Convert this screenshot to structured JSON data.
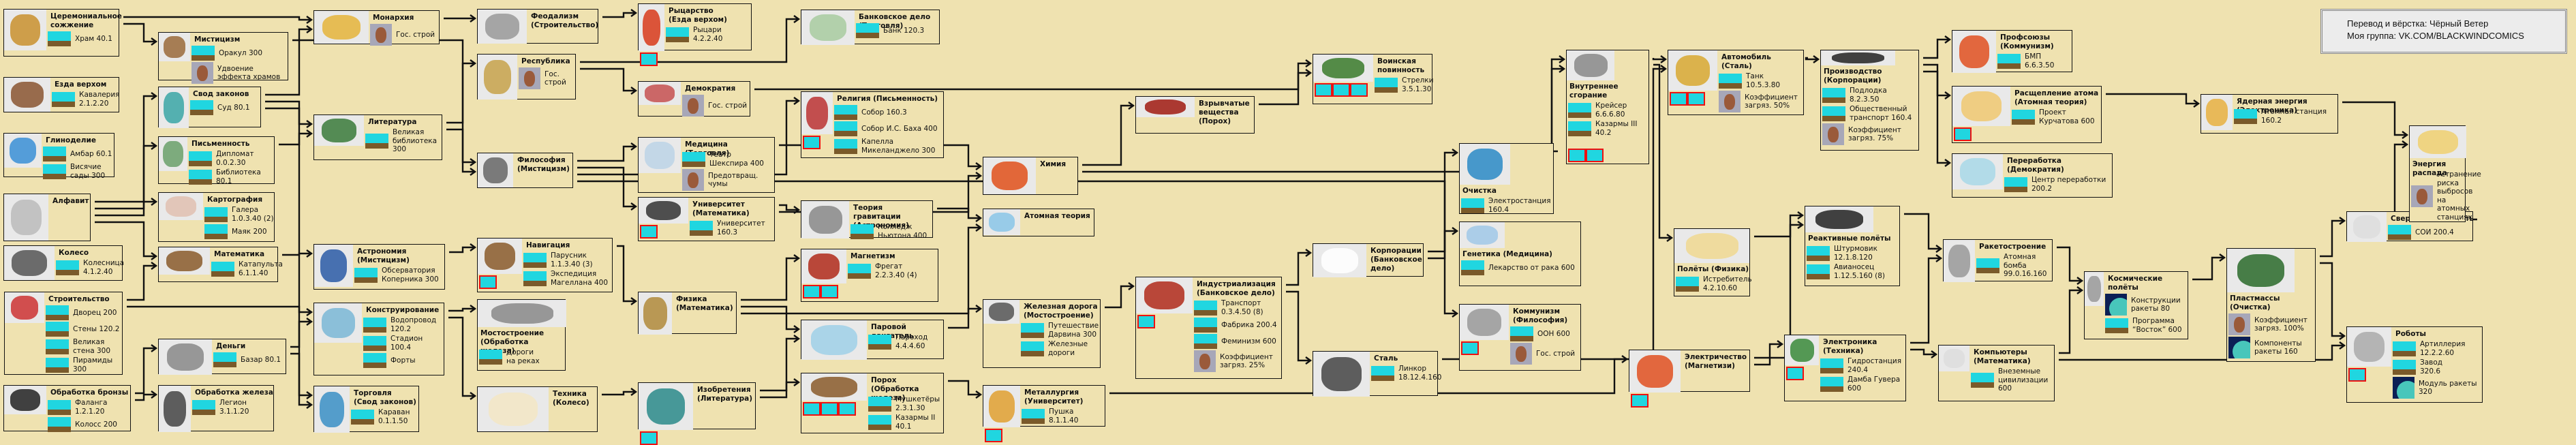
{
  "credit": {
    "line1": "Перевод и вёрстка: Чёрный Ветер",
    "line2": "Моя группа: VK.COM/BLACKWINDCOMICS"
  },
  "colors": {
    "background": "#efe2b0",
    "border": "#111111",
    "obsolete_outline": "#e11111",
    "thumb_sky": "#20d6e0"
  },
  "nodes": [
    {
      "id": "ceremonial",
      "title": "Церемониальное\nсожжение",
      "icon": "sarcophagus-icon",
      "items": [
        {
          "icon": "temple-icon",
          "text": "Храм 40.1"
        }
      ]
    },
    {
      "id": "horseback",
      "title": "Езда верхом",
      "icon": "horse-icon",
      "items": [
        {
          "icon": "cavalry-icon",
          "text": "Кавалерия\n2.1.2.20"
        }
      ]
    },
    {
      "id": "pottery",
      "title": "Глиноделие",
      "icon": "pottery-icon",
      "items": [
        {
          "icon": "granary-icon",
          "text": "Амбар 60.1"
        },
        {
          "icon": "hanging-gardens-icon",
          "text": "Висячие\nсады 300"
        }
      ]
    },
    {
      "id": "alphabet",
      "title": "Алфавит",
      "icon": "alphabet-icon",
      "items": []
    },
    {
      "id": "wheel",
      "title": "Колесо",
      "icon": "wheel-icon",
      "items": [
        {
          "icon": "chariot-icon",
          "text": "Колесница\n4.1.2.40"
        }
      ]
    },
    {
      "id": "masonry",
      "title": "Строительство",
      "icon": "brick-wall-icon",
      "items": [
        {
          "icon": "palace-icon",
          "text": "Дворец 200"
        },
        {
          "icon": "walls-icon",
          "text": "Стены 120.2"
        },
        {
          "icon": "great-wall-icon",
          "text": "Великая\nстена 300"
        },
        {
          "icon": "pyramids-icon",
          "text": "Пирамиды\n300"
        }
      ]
    },
    {
      "id": "bronze",
      "title": "Обработка бронзы",
      "icon": "cauldron-icon",
      "items": [
        {
          "icon": "phalanx-icon",
          "text": "Фаланга\n1.2.1.20"
        },
        {
          "icon": "colossus-icon",
          "text": "Колосс 200"
        }
      ]
    },
    {
      "id": "mysticism",
      "title": "Мистицизм",
      "icon": "meditation-icon",
      "items": [
        {
          "icon": "oracle-icon",
          "text": "Оракул 300"
        },
        {
          "icon": "advisor-portrait",
          "text": "Удвоение\nэффекта храмов"
        }
      ]
    },
    {
      "id": "codeoflaws",
      "title": "Свод законов",
      "icon": "justice-statue-icon",
      "items": [
        {
          "icon": "courthouse-icon",
          "text": "Суд 80.1"
        }
      ]
    },
    {
      "id": "writing",
      "title": "Письменность",
      "icon": "quill-icon",
      "items": [
        {
          "icon": "diplomat-icon",
          "text": "Дипломат\n0.0.2.30"
        },
        {
          "icon": "library-icon",
          "text": "Библиотека 80.1"
        }
      ]
    },
    {
      "id": "mapmaking",
      "title": "Картография",
      "icon": "map-icon",
      "items": [
        {
          "icon": "trireme-icon",
          "text": "Галера\n1.0.3.40 (2)"
        },
        {
          "icon": "lighthouse-icon",
          "text": "Маяк 200"
        }
      ]
    },
    {
      "id": "mathematics",
      "title": "Математика",
      "icon": "abacus-icon",
      "items": [
        {
          "icon": "catapult-icon",
          "text": "Катапульта\n6.1.1.40"
        }
      ]
    },
    {
      "id": "currency",
      "title": "Деньги",
      "icon": "coins-icon",
      "items": [
        {
          "icon": "marketplace-icon",
          "text": "Базар 80.1"
        }
      ]
    },
    {
      "id": "ironworking",
      "title": "Обработка железа",
      "icon": "shield-spears-icon",
      "items": [
        {
          "icon": "legion-icon",
          "text": "Легион\n3.1.1.20"
        }
      ]
    },
    {
      "id": "monarchy",
      "title": "Монархия",
      "icon": "crown-icon",
      "items": [
        {
          "icon": "advisor-portrait",
          "text": "Гос. строй"
        }
      ]
    },
    {
      "id": "literacy",
      "title": "Литература",
      "icon": "books-icon",
      "items": [
        {
          "icon": "great-library-icon",
          "text": "Великая\nбиблиотека\n300"
        }
      ]
    },
    {
      "id": "astronomy",
      "title": "Астрономия\n(Мистицизм)",
      "icon": "telescope-icon",
      "items": [
        {
          "icon": "observatory-icon",
          "text": "Обсерватория\nКоперника 300"
        }
      ]
    },
    {
      "id": "bridgebuilding",
      "title": "Конструирование",
      "icon": "hammer-frame-icon",
      "items": [
        {
          "icon": "aqueduct-icon",
          "text": "Водопровод\n120.2"
        },
        {
          "icon": "colosseum-icon",
          "text": "Стадион\n100.4"
        },
        {
          "icon": "fortress-icon",
          "text": "Форты"
        }
      ]
    },
    {
      "id": "trade",
      "title": "Торговля\n(Свод законов)",
      "icon": "trade-hands-icon",
      "items": [
        {
          "icon": "caravan-icon",
          "text": "Караван\n0.1.1.50"
        }
      ]
    },
    {
      "id": "feudalism",
      "title": "Феодализм\n(Строительство)",
      "icon": "castle-icon",
      "items": []
    },
    {
      "id": "republic",
      "title": "Республика",
      "icon": "eagle-icon",
      "items": [
        {
          "icon": "advisor-portrait",
          "text": "Гос.\nстрой"
        }
      ]
    },
    {
      "id": "philosophy",
      "title": "Философия\n(Мистицизм)",
      "icon": "thinker-icon",
      "items": []
    },
    {
      "id": "navigation",
      "title": "Навигация",
      "icon": "ship-wheel-icon",
      "obsoletes": [
        "trireme-icon"
      ],
      "items": [
        {
          "icon": "sail-icon",
          "text": "Парусник\n1.1.3.40 (3)"
        },
        {
          "icon": "magellan-icon",
          "text": "Экспедиция\nМагеллана 400"
        }
      ]
    },
    {
      "id": "construction",
      "title": "Мостостроение\n(Обработка железа)",
      "icon": "bridge-icon",
      "items": [
        {
          "icon": "river-roads-icon",
          "text": "Дороги\nна реках"
        }
      ]
    },
    {
      "id": "engineering",
      "title": "Техника\n(Колесо)",
      "icon": "blueprint-icon",
      "items": []
    },
    {
      "id": "chivalry",
      "title": "Рыцарство\n(Езда верхом)",
      "icon": "banner-sword-icon",
      "obsoletes": [
        "chariot-icon"
      ],
      "items": [
        {
          "icon": "knights-icon",
          "text": "Рыцари\n4.2.2.40"
        }
      ]
    },
    {
      "id": "democracy",
      "title": "Демократия",
      "icon": "raised-hands-icon",
      "items": [
        {
          "icon": "advisor-portrait",
          "text": "Гос. строй"
        }
      ]
    },
    {
      "id": "medicine",
      "title": "Медицина (Торговля)",
      "icon": "caduceus-icon",
      "items": [
        {
          "icon": "shakespeare-icon",
          "text": "Театр\nШекспира 400"
        },
        {
          "icon": "advisor-portrait",
          "text": "Предотвращ.\nчумы"
        }
      ]
    },
    {
      "id": "university",
      "title": "Университет\n(Математика)",
      "icon": "graduation-cap-icon",
      "obsoletes": [
        "great-library-icon"
      ],
      "items": [
        {
          "icon": "university-building-icon",
          "text": "Университет\n160.3"
        }
      ]
    },
    {
      "id": "physics",
      "title": "Физика\n(Математика)",
      "icon": "pulley-icon",
      "items": []
    },
    {
      "id": "invention",
      "title": "Изобретения\n(Литература)",
      "icon": "gramophone-icon",
      "obsoletes": [
        "hanging-gardens-icon"
      ],
      "items": []
    },
    {
      "id": "banking",
      "title": "Банковское дело (Торговля)",
      "icon": "piggy-bank-icon",
      "items": [
        {
          "icon": "bank-icon",
          "text": "Банк 120.3"
        }
      ]
    },
    {
      "id": "religion",
      "title": "Религия (Письменность)",
      "icon": "cathedral-window-icon",
      "obsoletes": [
        "oracle-icon"
      ],
      "items": [
        {
          "icon": "cathedral-icon",
          "text": "Собор 160.3"
        },
        {
          "icon": "bach-icon",
          "text": "Собор И.С. Баха 400"
        },
        {
          "icon": "sistine-icon",
          "text": "Капелла\nМикеланджело 300"
        }
      ]
    },
    {
      "id": "gravity",
      "title": "Теория гравитации\n(Астрономия)",
      "icon": "pendulum-icon",
      "items": [
        {
          "icon": "newton-icon",
          "text": "Колледж\nНьютона 400"
        }
      ]
    },
    {
      "id": "magnetism",
      "title": "Магнетизм",
      "icon": "magnet-icon",
      "obsoletes": [
        "sail-icon",
        "lighthouse-icon"
      ],
      "items": [
        {
          "icon": "frigate-icon",
          "text": "Фрегат\n2.2.3.40 (4)"
        }
      ]
    },
    {
      "id": "steam",
      "title": "Паровой двигатель",
      "icon": "steam-boiler-icon",
      "items": [
        {
          "icon": "ironclad-icon",
          "text": "Пароход\n4.4.4.60"
        }
      ]
    },
    {
      "id": "gunpowder",
      "title": "Порох\n(Обработка железа)",
      "icon": "flintlock-icon",
      "obsoletes": [
        "legion-icon",
        "phalanx-icon",
        "great-wall-icon"
      ],
      "items": [
        {
          "icon": "musketeers-icon",
          "text": "Мушкетёры\n2.3.1.30"
        },
        {
          "icon": "barracks-icon",
          "text": "Казармы II\n40.1"
        }
      ]
    },
    {
      "id": "chemistry",
      "title": "Химия",
      "icon": "flask-icon",
      "items": []
    },
    {
      "id": "atomictheory",
      "title": "Атомная теория",
      "icon": "atom-icon",
      "items": []
    },
    {
      "id": "railroad",
      "title": "Железная дорога\n(Мостостроение)",
      "icon": "locomotive-icon",
      "items": [
        {
          "icon": "darwin-icon",
          "text": "Путешествие\nДарвина 300"
        },
        {
          "icon": "railroad-icon",
          "text": "Железные\nдороги"
        }
      ]
    },
    {
      "id": "metallurgy",
      "title": "Металлургия\n(Университет)",
      "icon": "crucible-icon",
      "obsoletes": [
        "catapult-icon"
      ],
      "items": [
        {
          "icon": "cannon-icon",
          "text": "Пушка\n8.1.1.40"
        }
      ]
    },
    {
      "id": "explosives",
      "title": "Взрывчатые\nвещества\n(Порох)",
      "icon": "dynamite-icon",
      "items": []
    },
    {
      "id": "industrialization",
      "title": "Индустриализация\n(Банковское дело)",
      "icon": "factory-smoke-icon",
      "obsoletes": [
        "frigate-icon"
      ],
      "items": [
        {
          "icon": "transport-icon",
          "text": "Транспорт\n0.3.4.50 (8)"
        },
        {
          "icon": "factory-icon",
          "text": "Фабрика 200.4"
        },
        {
          "icon": "feminism-icon",
          "text": "Феминизм 600"
        },
        {
          "icon": "advisor-portrait",
          "text": "Коэффициент\nзагряз. 25%"
        }
      ]
    },
    {
      "id": "conscription",
      "title": "Воинская\nповинность",
      "icon": "soldiers-icon",
      "obsoletes": [
        "cavalry-icon",
        "legion-icon",
        "musketeers-icon"
      ],
      "items": [
        {
          "icon": "riflemen-icon",
          "text": "Стрелки\n3.5.1.30"
        }
      ]
    },
    {
      "id": "corporation",
      "title": "Корпорации\n(Банковское\nдело)",
      "icon": "chart-board-icon",
      "items": []
    },
    {
      "id": "steel",
      "title": "Сталь",
      "icon": "steel-pour-icon",
      "items": [
        {
          "icon": "battleship-icon",
          "text": "Линкор\n18.12.4.160"
        }
      ]
    },
    {
      "id": "refining",
      "title": "Очистка",
      "icon": "oil-pump-icon",
      "items": [
        {
          "icon": "power-plant-icon",
          "text": "Электростанция\n160.4"
        }
      ]
    },
    {
      "id": "genetics",
      "title": "Генетика (Медицина)",
      "icon": "dna-icon",
      "items": [
        {
          "icon": "cure-cancer-icon",
          "text": "Лекарство от рака 600"
        }
      ]
    },
    {
      "id": "communism",
      "title": "Коммунизм\n(Философия)",
      "icon": "hammer-sickle-icon",
      "obsoletes": [
        "pyramids-icon"
      ],
      "items": [
        {
          "icon": "un-icon",
          "text": "ООН 600"
        },
        {
          "icon": "advisor-portrait",
          "text": "Гос. строй"
        }
      ]
    },
    {
      "id": "combustion",
      "title": "Внутреннее\nсгорание",
      "icon": "engine-icon",
      "obsoletes": [
        "ironclad-icon",
        "barracks-icon"
      ],
      "items": [
        {
          "icon": "cruiser-icon",
          "text": "Крейсер\n6.6.6.80"
        },
        {
          "icon": "barracks-icon",
          "text": "Казармы III\n40.2"
        }
      ]
    },
    {
      "id": "automobile",
      "title": "Автомобиль\n(Сталь)",
      "icon": "car-icon",
      "obsoletes": [
        "knights-icon",
        "great-wall-icon"
      ],
      "items": [
        {
          "icon": "tank-icon",
          "text": "Танк\n10.5.3.80"
        },
        {
          "icon": "advisor-portrait",
          "text": "Коэффициент\nзагряз. 50%"
        }
      ]
    },
    {
      "id": "flight",
      "title": "Полёты (Физика)",
      "icon": "glider-icon",
      "items": [
        {
          "icon": "fighter-icon",
          "text": "Истребитель\n4.2.10.60"
        }
      ]
    },
    {
      "id": "electricity",
      "title": "Электричество\n(Магнетизи)",
      "icon": "kite-lightning-icon",
      "obsoletes": [
        "colossus-icon"
      ],
      "items": []
    },
    {
      "id": "massproduction",
      "title": "Производство\n(Корпорации)",
      "icon": "model-t-icon",
      "items": [
        {
          "icon": "submarine-icon",
          "text": "Подлодка\n8.2.3.50"
        },
        {
          "icon": "mass-transit-icon",
          "text": "Общественный\nтранспорт 160.4"
        },
        {
          "icon": "advisor-portrait",
          "text": "Коэффициент\nзагряз. 75%"
        }
      ]
    },
    {
      "id": "advancedflight",
      "title": "Реактивные полёты",
      "icon": "stealth-icon",
      "items": [
        {
          "icon": "bomber-icon",
          "text": "Штурмовик\n12.1.8.120"
        },
        {
          "icon": "carrier-icon",
          "text": "Авианосец\n1.12.5.160 (8)"
        }
      ]
    },
    {
      "id": "electronics",
      "title": "Электроника\n(Техника)",
      "icon": "circuit-icon",
      "obsoletes": [
        "shakespeare-icon"
      ],
      "items": [
        {
          "icon": "hydro-icon",
          "text": "Гидростанция\n240.4"
        },
        {
          "icon": "hoover-icon",
          "text": "Дамба Гувера\n600"
        }
      ]
    },
    {
      "id": "laborunion",
      "title": "Профсоюзы\n(Коммунизм)",
      "icon": "handshake-icon",
      "items": [
        {
          "icon": "mech-inf-icon",
          "text": "БМП 6.6.3.50"
        }
      ]
    },
    {
      "id": "fission",
      "title": "Расщепление атома\n(Атомная теория)",
      "icon": "mushroom-cloud-icon",
      "obsoletes": [
        "newton-icon"
      ],
      "items": [
        {
          "icon": "manhattan-icon",
          "text": "Проект\nКурчатова 600"
        }
      ]
    },
    {
      "id": "recycling",
      "title": "Переработка\n(Демократия)",
      "icon": "recycle-icon",
      "items": [
        {
          "icon": "recycling-center-icon",
          "text": "Центр переработки\n200.2"
        }
      ]
    },
    {
      "id": "rocketry",
      "title": "Ракетостроение",
      "icon": "rocket-icon",
      "items": [
        {
          "icon": "nuclear-icon",
          "text": "Атомная бомба\n99.0.16.160"
        }
      ]
    },
    {
      "id": "computers",
      "title": "Компьютеры\n(Математика)",
      "icon": "computer-icon",
      "items": [
        {
          "icon": "seti-icon",
          "text": "Внеземные\nцивилизации\n600"
        }
      ]
    },
    {
      "id": "spaceflight",
      "title": "Космические\nполёты",
      "icon": "porthole-icon",
      "items": [
        {
          "icon": "moon-icon",
          "text": "Конструкции\nракеты 80"
        },
        {
          "icon": "apollo-icon",
          "text": "Программа\n“Восток” 600"
        }
      ]
    },
    {
      "id": "plastics",
      "title": "Пластмассы\n(Очистка)",
      "icon": "bags-icon",
      "items": [
        {
          "icon": "advisor-portrait",
          "text": "Коэффициент\nзагряз. 100%"
        },
        {
          "icon": "moon-icon",
          "text": "Компоненты\nракеты 160"
        }
      ]
    },
    {
      "id": "nuclearpower",
      "title": "Ядерная энергия (Электроника)",
      "icon": "radiation-icon",
      "items": [
        {
          "icon": "nuclear-plant-icon",
          "text": "Атомная станция\n160.2"
        }
      ]
    },
    {
      "id": "superconductor",
      "title": "Сверхпроводимость",
      "icon": "circuit-board-icon",
      "items": [
        {
          "icon": "sdi-icon",
          "text": "СОИ 200.4"
        }
      ]
    },
    {
      "id": "robotics",
      "title": "Роботы",
      "icon": "robot-arm-icon",
      "obsoletes": [
        "cannon-icon"
      ],
      "items": [
        {
          "icon": "artillery-icon",
          "text": "Артиллерия\n12.2.2.60"
        },
        {
          "icon": "factory-icon",
          "text": "Завод\n320.6"
        },
        {
          "icon": "moon-icon",
          "text": "Модуль ракеты\n320"
        }
      ]
    },
    {
      "id": "fusion",
      "title": "Энергия распада",
      "icon": "fusion-icon",
      "items": [
        {
          "icon": "advisor-portrait",
          "text": "Устранение\nриска\nвыбросов\nна атомных\nстанциях"
        }
      ]
    }
  ]
}
